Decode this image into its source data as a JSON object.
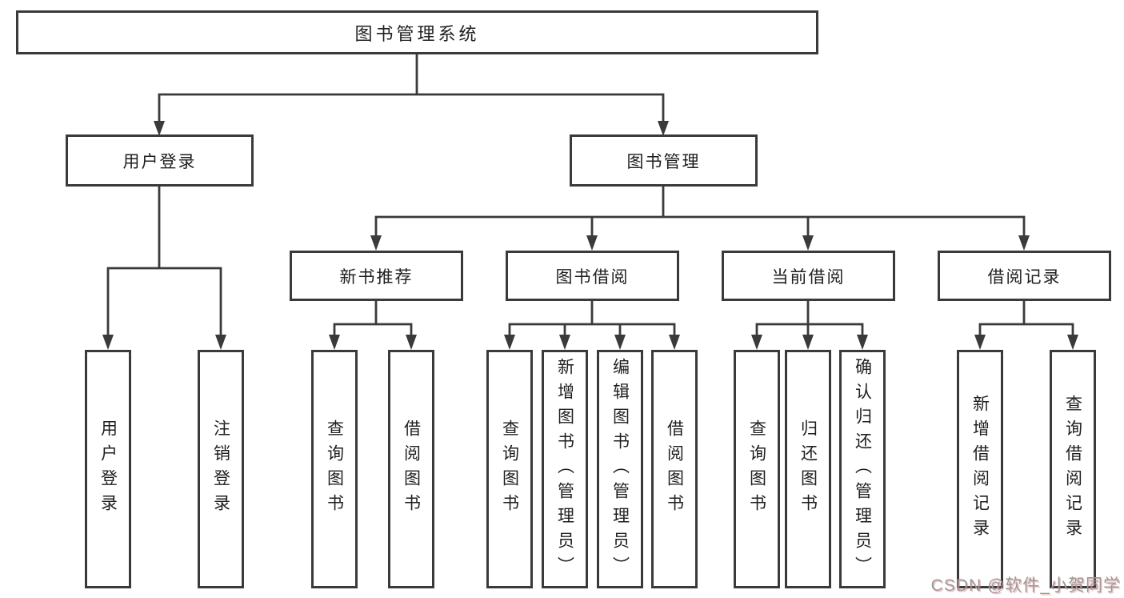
{
  "diagram": {
    "root": {
      "label": "图书管理系统"
    },
    "user_login": {
      "label": "用户登录",
      "children": [
        {
          "label": "用户登录"
        },
        {
          "label": "注销登录"
        }
      ]
    },
    "book_mgmt": {
      "label": "图书管理",
      "sections": [
        {
          "label": "新书推荐",
          "children": [
            {
              "label": "查询图书"
            },
            {
              "label": "借阅图书"
            }
          ]
        },
        {
          "label": "图书借阅",
          "children": [
            {
              "label": "查询图书"
            },
            {
              "label": "新增图书（管理员）"
            },
            {
              "label": "编辑图书（管理员）"
            },
            {
              "label": "借阅图书"
            }
          ]
        },
        {
          "label": "当前借阅",
          "children": [
            {
              "label": "查询图书"
            },
            {
              "label": "归还图书"
            },
            {
              "label": "确认归还（管理员）"
            }
          ]
        },
        {
          "label": "借阅记录",
          "children": [
            {
              "label": "新增借阅记录"
            },
            {
              "label": "查询借阅记录"
            }
          ]
        }
      ]
    },
    "colors": {
      "line": "#3a3a3a",
      "text": "#1f1f1f",
      "background": "#ffffff",
      "watermark_gray": "#9a9a9a",
      "watermark_red_shadow": "#de6060"
    }
  },
  "watermark": {
    "text": "CSDN @软件_小贺同学"
  }
}
